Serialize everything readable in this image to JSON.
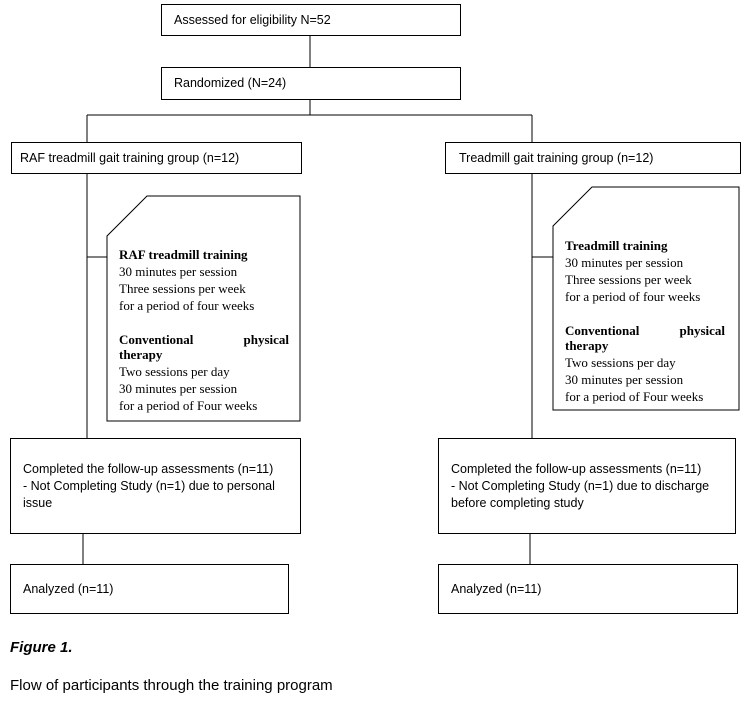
{
  "flow": {
    "assessed": "Assessed for eligibility N=52",
    "randomized": "Randomized (N=24)",
    "left_group": "RAF treadmill gait training group (n=12)",
    "right_group": "Treadmill gait training group (n=12)",
    "left_intervention": {
      "title": "RAF treadmill training",
      "lines": [
        "30 minutes per session",
        "Three sessions per week",
        "for a period of four weeks"
      ],
      "sub_title_a": "Conventional",
      "sub_title_b": "physical",
      "sub_title_c": "therapy",
      "sub_lines": [
        "Two sessions per day",
        "30 minutes per session",
        "for a period of Four weeks"
      ]
    },
    "right_intervention": {
      "title": "Treadmill training",
      "lines": [
        "30 minutes per session",
        "Three sessions per week",
        "for a period of four weeks"
      ],
      "sub_title_a": "Conventional",
      "sub_title_b": "physical",
      "sub_title_c": "therapy",
      "sub_lines": [
        "Two sessions per day",
        "30 minutes per session",
        "for a period of Four weeks"
      ]
    },
    "left_followup": {
      "line1": "Completed the follow-up assessments (n=11)",
      "line2": "- Not Completing Study (n=1) due to personal",
      "line3": "issue"
    },
    "right_followup": {
      "line1": "Completed the follow-up assessments (n=11)",
      "line2": "- Not Completing Study (n=1) due to discharge",
      "line3": "before completing study"
    },
    "left_analyzed": "Analyzed (n=11)",
    "right_analyzed": "Analyzed (n=11)"
  },
  "caption": {
    "figure_label": "Figure 1.",
    "text": "Flow of participants through the training program"
  }
}
